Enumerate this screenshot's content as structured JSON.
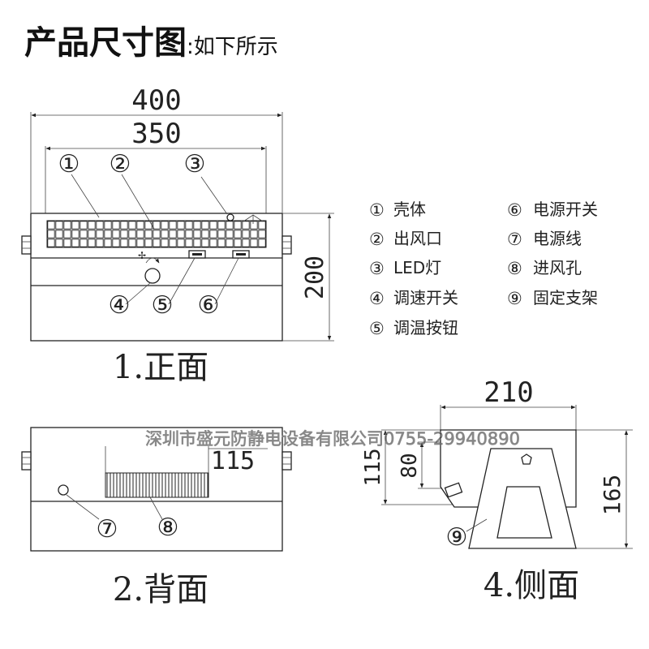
{
  "heading": {
    "title": "产品尺寸图",
    "subtitle": ":如下所示"
  },
  "front": {
    "caption": "1.正面",
    "dim_width_total": "400",
    "dim_width_inner": "350",
    "dim_height": "200",
    "callouts": [
      "①",
      "②",
      "③",
      "④",
      "⑤",
      "⑥"
    ]
  },
  "legend": {
    "items": [
      {
        "num": "①",
        "label": "壳体"
      },
      {
        "num": "②",
        "label": "出风口"
      },
      {
        "num": "③",
        "label": "LED灯"
      },
      {
        "num": "④",
        "label": "调速开关"
      },
      {
        "num": "⑤",
        "label": "调温按钮"
      },
      {
        "num": "⑥",
        "label": "电源开关"
      },
      {
        "num": "⑦",
        "label": "电源线"
      },
      {
        "num": "⑧",
        "label": "进风孔"
      },
      {
        "num": "⑨",
        "label": "固定支架"
      }
    ]
  },
  "back": {
    "caption": "2.背面",
    "dim_vent_width": "115",
    "callouts": [
      "⑦",
      "⑧"
    ]
  },
  "side": {
    "caption": "4.侧面",
    "dim_width": "210",
    "dim_height": "165",
    "dim_body_height": "115",
    "dim_inner_height": "80",
    "callouts": [
      "⑨"
    ]
  },
  "watermark": "深圳市盛元防静电设备有限公司0755-29940890"
}
